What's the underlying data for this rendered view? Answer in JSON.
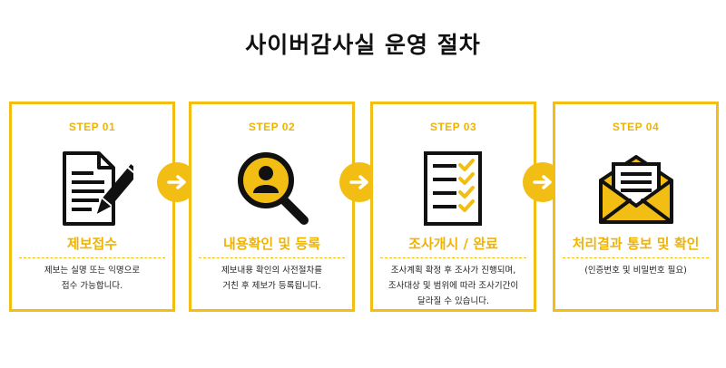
{
  "page": {
    "title": "사이버감사실 운영 절차",
    "accent_color": "#f3be13"
  },
  "steps": [
    {
      "label": "STEP 01",
      "icon": "document-pen-icon",
      "title": "제보접수",
      "desc_lines": [
        "제보는 실명 또는 익명으로",
        "접수 가능합니다."
      ]
    },
    {
      "label": "STEP 02",
      "icon": "magnifier-person-icon",
      "title": "내용확인 및 등록",
      "desc_lines": [
        "제보내용 확인의 사전절차를",
        "거친 후 제보가 등록됩니다."
      ]
    },
    {
      "label": "STEP 03",
      "icon": "checklist-icon",
      "title": "조사개시 / 완료",
      "desc_lines": [
        "조사계획 확정 후 조사가 진행되며,",
        "조사대상 및 범위에 따라 조사기간이",
        "달라질 수 있습니다."
      ]
    },
    {
      "label": "STEP 04",
      "icon": "envelope-letter-icon",
      "title": "처리결과 통보 및 확인",
      "desc_lines": [
        "(인증번호 및 비밀번호 필요)"
      ]
    }
  ],
  "arrows": [
    "arrow-right-icon",
    "arrow-right-icon",
    "arrow-right-icon"
  ]
}
